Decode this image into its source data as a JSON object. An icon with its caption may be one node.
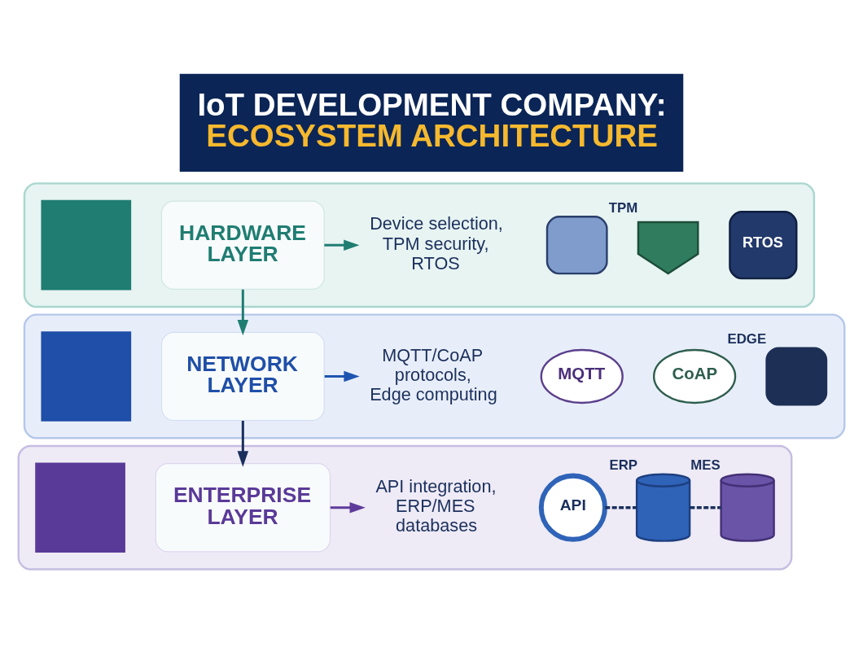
{
  "diagram": {
    "title": "IoT DEVELOPMENT COMPANY: ECOSYSTEM ARCHITECTURE",
    "nodes": [
      {
        "text": [],
        "shape": "box"
      },
      {
        "text": [],
        "shape": "box",
        "in": 0
      },
      {
        "text": [
          "HARDWARE LAYER"
        ],
        "in": 0
      },
      {
        "text": [
          "Device selection, TPM security, RTOS"
        ],
        "in": 0
      },
      {
        "text": [],
        "shape": "box",
        "in": 0
      },
      {
        "text": [],
        "shape": "shield",
        "in": 0,
        "beside": [
          "TPM"
        ]
      },
      {
        "text": [
          "RTOS"
        ],
        "in": 0
      },
      {
        "text": [],
        "shape": "box"
      },
      {
        "text": [],
        "shape": "box",
        "in": 7
      },
      {
        "text": [
          "NETWORK LAYER"
        ],
        "in": 7
      },
      {
        "text": [
          "MQTT/CoAP protocols, Edge computing"
        ],
        "in": 7
      },
      {
        "text": [
          "MQTT"
        ],
        "in": 7
      },
      {
        "text": [
          "CoAP"
        ],
        "in": 7
      },
      {
        "text": [],
        "shape": "box",
        "in": 7,
        "beside": [
          "EDGE"
        ]
      },
      {
        "text": [],
        "shape": "box"
      },
      {
        "text": [],
        "shape": "box",
        "in": 14
      },
      {
        "text": [
          "ENTERPRISE LAYER"
        ],
        "in": 14
      },
      {
        "text": [
          "API integration, ERP/MES databases"
        ],
        "in": 14
      },
      {
        "text": [
          "API"
        ],
        "in": 14
      },
      {
        "text": [],
        "shape": "cylinder",
        "in": 14,
        "beside": [
          "ERP"
        ]
      },
      {
        "text": [],
        "shape": "cylinder",
        "in": 14,
        "beside": [
          "MES"
        ]
      }
    ],
    "edges": [
      {
        "from": 2,
        "to": 3,
        "arrow": "to",
        "color": "#1f7d72"
      },
      {
        "from": 2,
        "to": 9,
        "arrow": "to",
        "color": "#1f7d72"
      },
      {
        "from": 9,
        "to": 10,
        "arrow": "to",
        "color": "#1f55b0"
      },
      {
        "from": 9,
        "to": 16,
        "arrow": "to"
      },
      {
        "from": 16,
        "to": 17,
        "arrow": "to",
        "color": "#5e3a9a"
      },
      {
        "from": 18,
        "to": 19,
        "arrow": "none",
        "style": "dashed"
      },
      {
        "from": 19,
        "to": 20,
        "arrow": "none",
        "style": "dashed"
      }
    ]
  }
}
